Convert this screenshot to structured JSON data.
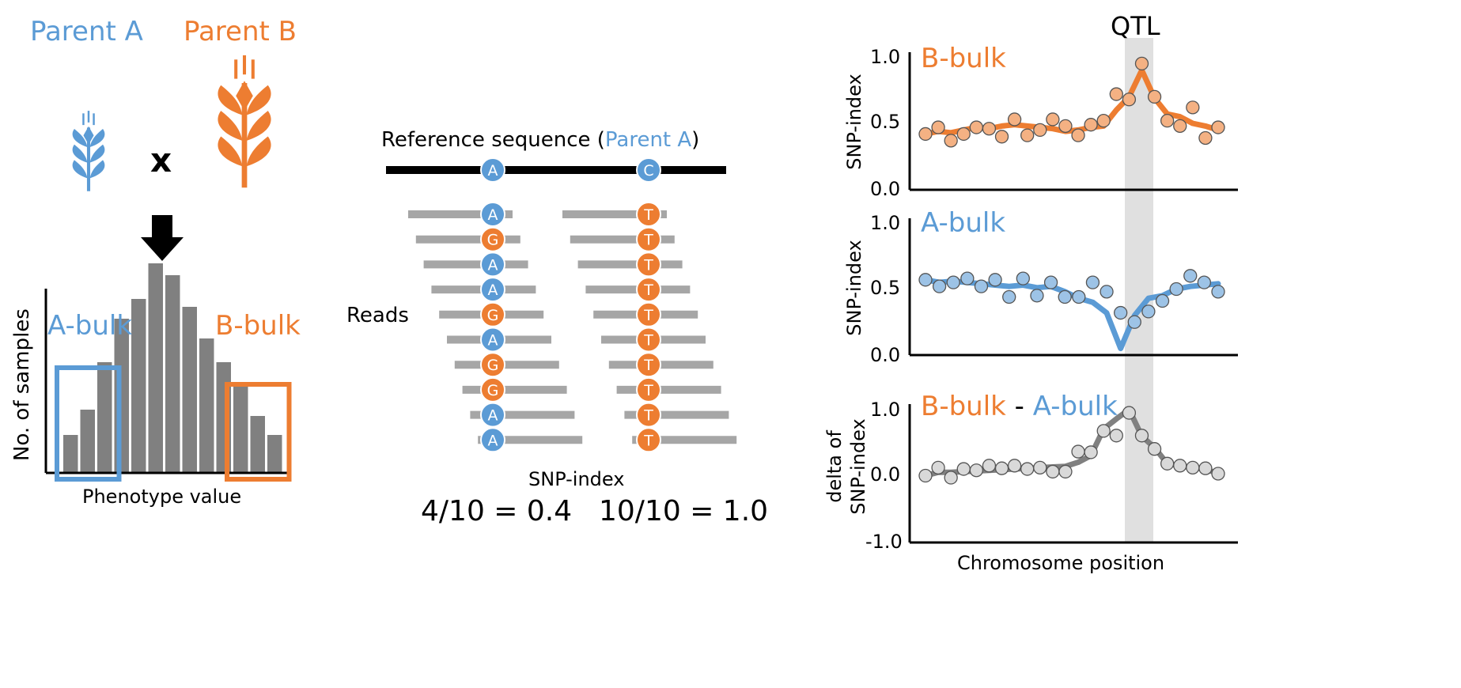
{
  "colors": {
    "blue": "#5b9bd5",
    "orange": "#ed7d31",
    "gray": "#808080",
    "light_gray": "#a6a6a6",
    "qtl_band": "#e0e0e0"
  },
  "parents": {
    "a_label": "Parent A",
    "b_label": "Parent B",
    "cross": "x"
  },
  "histogram": {
    "ylabel": "No. of samples",
    "xlabel": "Phenotype value",
    "a_bulk": "A-bulk",
    "b_bulk": "B-bulk",
    "values": [
      48,
      80,
      140,
      195,
      220,
      265,
      250,
      210,
      170,
      140,
      110,
      72,
      48
    ],
    "a_bulk_bins": [
      0,
      1,
      2
    ],
    "b_bulk_bins": [
      10,
      11,
      12
    ]
  },
  "reference": {
    "label_pre": "Reference sequence (",
    "label_parent": "Parent A",
    "label_post": ")",
    "allele1": "A",
    "allele2": "C"
  },
  "reads": {
    "label": "Reads",
    "left": [
      "A",
      "G",
      "A",
      "A",
      "G",
      "A",
      "G",
      "G",
      "A",
      "A"
    ],
    "right": [
      "T",
      "T",
      "T",
      "T",
      "T",
      "T",
      "T",
      "T",
      "T",
      "T"
    ]
  },
  "snp_index": {
    "label": "SNP-index",
    "left_formula": "4/10 = 0.4",
    "right_formula": "10/10 = 1.0"
  },
  "panels": {
    "qtl": "QTL",
    "xlabel": "Chromosome position",
    "b_bulk": {
      "title": "B-bulk",
      "ylabel": "SNP-index",
      "ticks": [
        "1.0",
        "0.5",
        "0.0"
      ],
      "points": [
        [
          0.42,
          0.42
        ],
        [
          0.44,
          0.47
        ],
        [
          0.43,
          0.37
        ],
        [
          0.45,
          0.42
        ],
        [
          0.47,
          0.47
        ],
        [
          0.46,
          0.46
        ],
        [
          0.48,
          0.4
        ],
        [
          0.49,
          0.53
        ],
        [
          0.48,
          0.41
        ],
        [
          0.47,
          0.45
        ],
        [
          0.46,
          0.53
        ],
        [
          0.44,
          0.48
        ],
        [
          0.45,
          0.41
        ],
        [
          0.47,
          0.49
        ],
        [
          0.48,
          0.52
        ],
        [
          0.6,
          0.72
        ],
        [
          0.7,
          0.68
        ],
        [
          0.9,
          0.95
        ],
        [
          0.69,
          0.7
        ],
        [
          0.57,
          0.52
        ],
        [
          0.55,
          0.48
        ],
        [
          0.5,
          0.62
        ],
        [
          0.48,
          0.39
        ],
        [
          0.45,
          0.47
        ]
      ]
    },
    "a_bulk": {
      "title": "A-bulk",
      "ylabel": "SNP-index",
      "ticks": [
        "1.0",
        "0.5",
        "0.0"
      ],
      "points": [
        [
          0.57,
          0.57
        ],
        [
          0.55,
          0.52
        ],
        [
          0.56,
          0.55
        ],
        [
          0.55,
          0.58
        ],
        [
          0.54,
          0.52
        ],
        [
          0.53,
          0.57
        ],
        [
          0.52,
          0.44
        ],
        [
          0.53,
          0.58
        ],
        [
          0.51,
          0.45
        ],
        [
          0.52,
          0.55
        ],
        [
          0.48,
          0.44
        ],
        [
          0.43,
          0.44
        ],
        [
          0.4,
          0.55
        ],
        [
          0.32,
          0.48
        ],
        [
          0.05,
          0.32
        ],
        [
          0.3,
          0.25
        ],
        [
          0.43,
          0.33
        ],
        [
          0.45,
          0.41
        ],
        [
          0.5,
          0.5
        ],
        [
          0.52,
          0.6
        ],
        [
          0.53,
          0.55
        ],
        [
          0.54,
          0.48
        ]
      ]
    },
    "delta": {
      "title_left": "B-bulk",
      "title_sep": " - ",
      "title_right": "A-bulk",
      "ylabel_line1": "delta of",
      "ylabel_line2": "SNP-index",
      "ticks": [
        "1.0",
        "0.0",
        "-1.0"
      ],
      "points": [
        [
          0.0,
          0.0
        ],
        [
          0.05,
          0.12
        ],
        [
          0.05,
          -0.03
        ],
        [
          0.06,
          0.1
        ],
        [
          0.07,
          0.08
        ],
        [
          0.08,
          0.15
        ],
        [
          0.09,
          0.11
        ],
        [
          0.1,
          0.15
        ],
        [
          0.11,
          0.1
        ],
        [
          0.12,
          0.12
        ],
        [
          0.13,
          0.06
        ],
        [
          0.14,
          0.06
        ],
        [
          0.2,
          0.36
        ],
        [
          0.3,
          0.35
        ],
        [
          0.7,
          0.67
        ],
        [
          0.85,
          0.6
        ],
        [
          0.99,
          0.94
        ],
        [
          0.59,
          0.6
        ],
        [
          0.42,
          0.4
        ],
        [
          0.18,
          0.18
        ],
        [
          0.15,
          0.15
        ],
        [
          0.12,
          0.12
        ],
        [
          0.1,
          0.11
        ],
        [
          0.03,
          0.03
        ]
      ]
    }
  }
}
